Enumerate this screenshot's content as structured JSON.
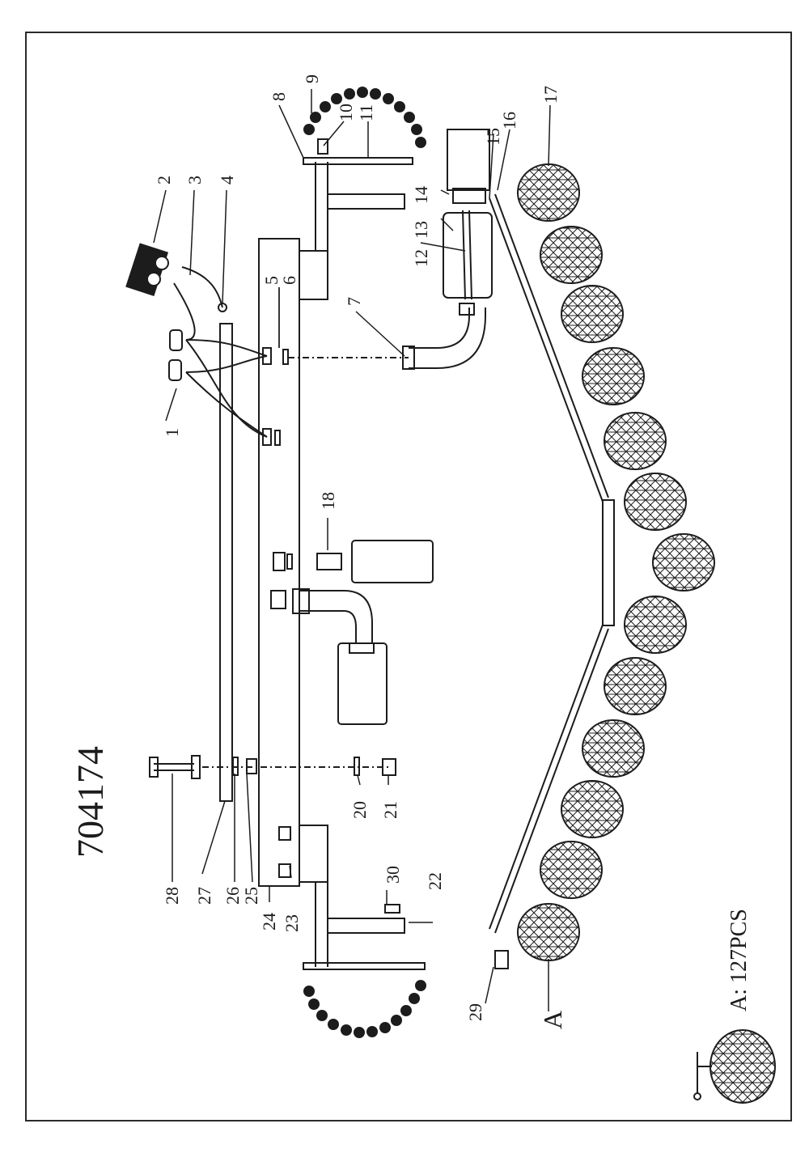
{
  "document": {
    "model_number": "704174",
    "crystal_note": "A: 127PCS",
    "detail_label": "A"
  },
  "part_labels": [
    "1",
    "2",
    "3",
    "4",
    "5",
    "6",
    "7",
    "8",
    "9",
    "10",
    "11",
    "12",
    "13",
    "14",
    "15",
    "16",
    "17",
    "18",
    "20",
    "21",
    "22",
    "23",
    "24",
    "25",
    "26",
    "27",
    "28",
    "29",
    "30"
  ],
  "colors": {
    "ink": "#1c1c1c",
    "paper": "#ffffff",
    "border": "#2a2a2a"
  },
  "icons": {
    "crystal": "faceted-crystal-drop-icon",
    "bead": "crystal-bead-icon"
  }
}
